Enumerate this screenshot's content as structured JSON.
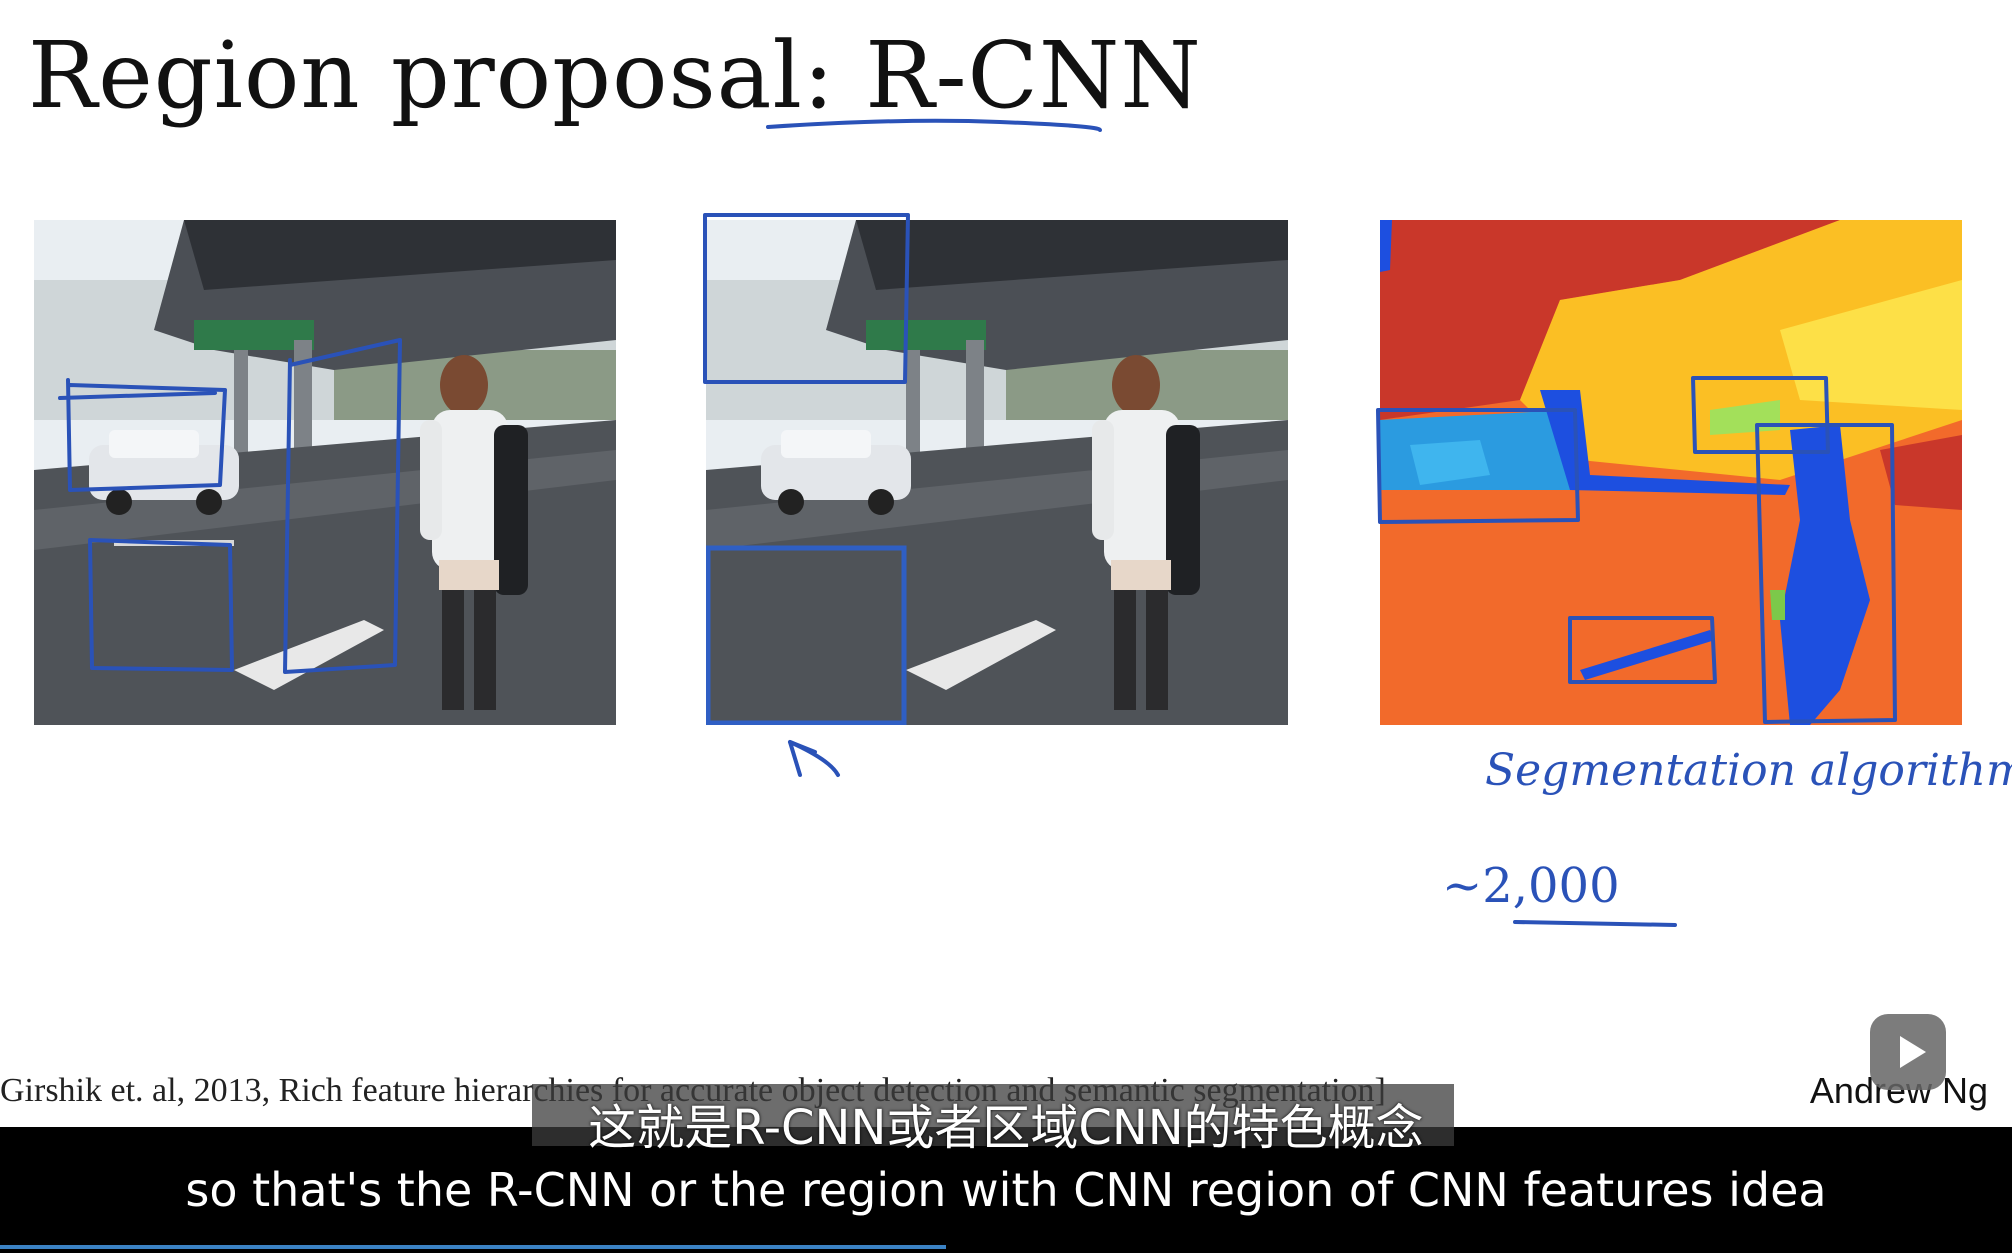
{
  "slide": {
    "title_main": "Region proposal: ",
    "title_underlined": "R-CNN",
    "citation": "Girshik et. al, 2013, Rich feature hierarchies for accurate object detection and semantic segmentation]",
    "author": "Andrew Ng"
  },
  "annotations": {
    "segmentation_note": "Segmentation algorithm",
    "count_note": "~2,000"
  },
  "player": {
    "play_icon": "play-icon",
    "progress_fraction": 0.47
  },
  "subtitles": {
    "chinese": "这就是R-CNN或者区域CNN的特色概念",
    "english": "so that's the R-CNN or the region with CNN region of CNN features idea"
  },
  "colors": {
    "ink": "#2a52b8",
    "seg_red": "#c9372a",
    "seg_orange": "#f26a2b",
    "seg_yellow": "#fbbf24",
    "seg_blue": "#1d4fe0"
  }
}
